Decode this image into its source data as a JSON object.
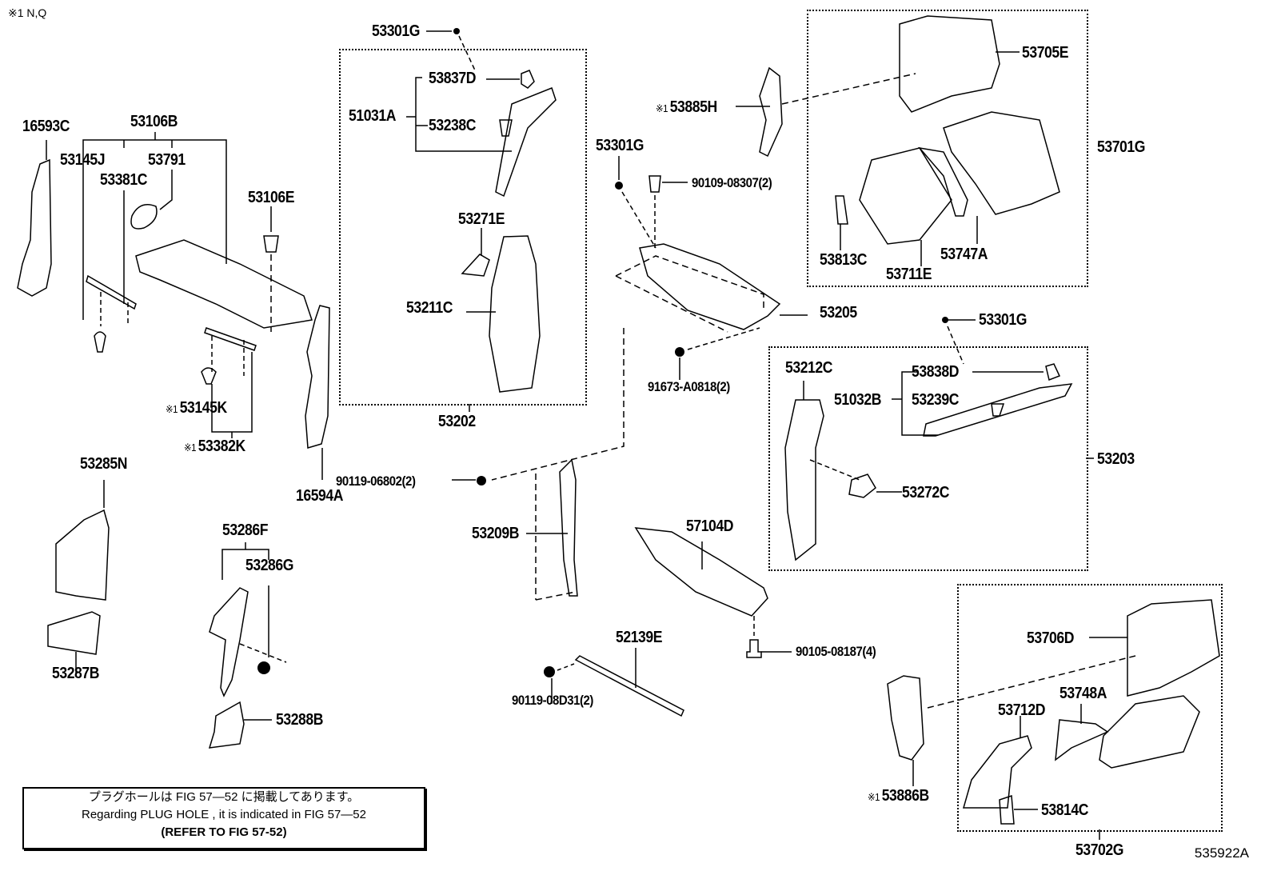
{
  "header": {
    "variant_note": "※1 N,Q"
  },
  "figure_id": "535922A",
  "notice": {
    "line_jp": "プラグホールは FIG 57—52 に掲載してあります。",
    "line_en": "Regarding  PLUG  HOLE , it is indicated in  FIG  57—52",
    "line_ref": "(REFER  TO  FIG  57-52)"
  },
  "mark_symbol": "※1",
  "parts": {
    "p16593C": "16593C",
    "p53106B": "53106B",
    "p53145J": "53145J",
    "p53791": "53791",
    "p53381C": "53381C",
    "p53106E": "53106E",
    "p53145K": "53145K",
    "p53382K": "53382K",
    "p16594A": "16594A",
    "p53285N": "53285N",
    "p53287B": "53287B",
    "p53286F": "53286F",
    "p53286G": "53286G",
    "p53288B": "53288B",
    "p53301G_a": "53301G",
    "p53837D": "53837D",
    "p51031A": "51031A",
    "p53238C": "53238C",
    "p53271E": "53271E",
    "p53211C": "53211C",
    "p53202": "53202",
    "p53301G_b": "53301G",
    "p90109": "90109-08307(2)",
    "p53205": "53205",
    "p91673": "91673-A0818(2)",
    "p90119a": "90119-06802(2)",
    "p53209B": "53209B",
    "p57104D": "57104D",
    "p52139E": "52139E",
    "p90119b": "90119-08D31(2)",
    "p90105": "90105-08187(4)",
    "p53885H": "53885H",
    "p53705E": "53705E",
    "p53701G": "53701G",
    "p53813C": "53813C",
    "p53711E": "53711E",
    "p53747A": "53747A",
    "p53301G_c": "53301G",
    "p53212C": "53212C",
    "p53838D": "53838D",
    "p51032B": "51032B",
    "p53239C": "53239C",
    "p53272C": "53272C",
    "p53203": "53203",
    "p53706D": "53706D",
    "p53748A": "53748A",
    "p53712D": "53712D",
    "p53886B": "53886B",
    "p53814C": "53814C",
    "p53702G": "53702G"
  }
}
